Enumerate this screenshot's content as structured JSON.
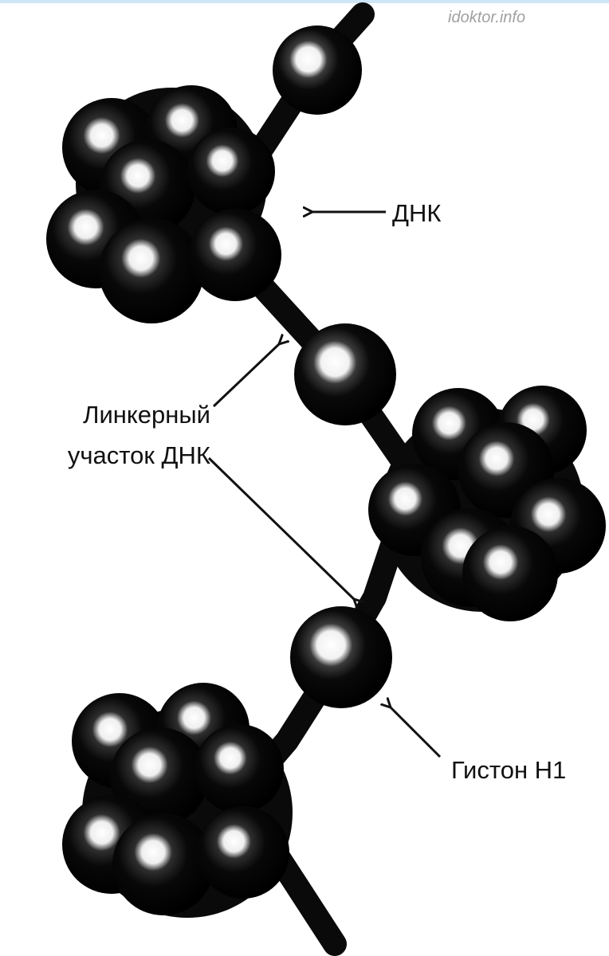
{
  "watermark": "idoktor.info",
  "labels": {
    "dna": "ДНК",
    "linker_line1": "Линкерный",
    "linker_line2": "участок ДНК",
    "histone": "Гистон H1"
  },
  "colors": {
    "ink": "#0a0a0a",
    "highlight": "#ffffff",
    "background": "#ffffff",
    "top_bar": "#cfe6f7"
  }
}
